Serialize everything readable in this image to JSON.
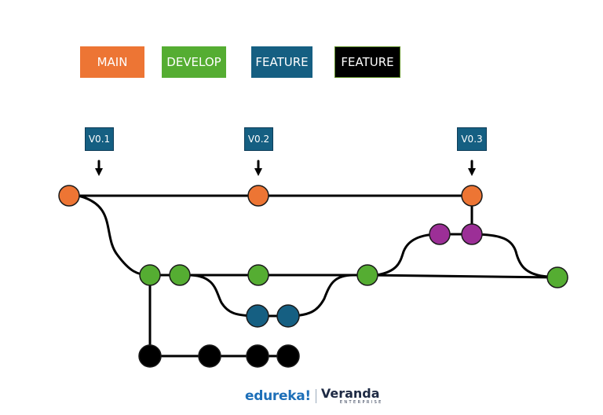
{
  "colors": {
    "main": "#ed7534",
    "develop": "#55ad32",
    "feature_blue": "#155f82",
    "feature_black": "#000000",
    "hotfix": "#9c2f97",
    "tag": "#155f82",
    "line": "#000000"
  },
  "legend": [
    {
      "label": "MAIN"
    },
    {
      "label": "DEVELOP"
    },
    {
      "label": "FEATURE"
    },
    {
      "label": "FEATURE"
    }
  ],
  "tags": [
    {
      "label": "V0.1"
    },
    {
      "label": "V0.2"
    },
    {
      "label": "V0.3"
    }
  ],
  "logo": {
    "brand": "edureka!",
    "partner": "Veranda",
    "partner_sub": "ENTERPRISE"
  }
}
